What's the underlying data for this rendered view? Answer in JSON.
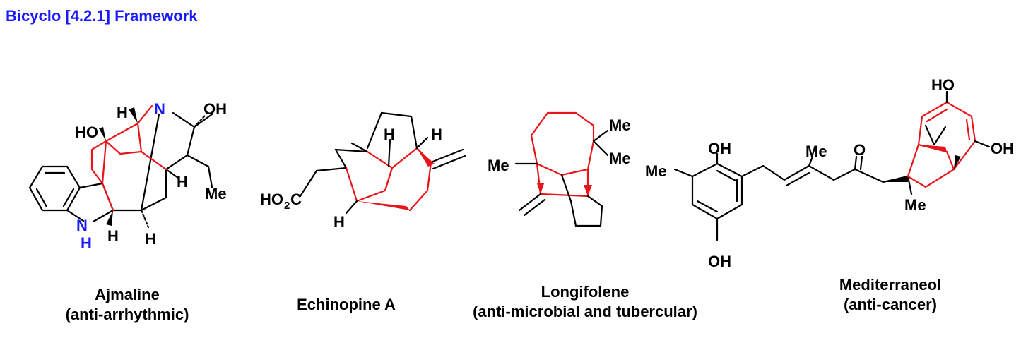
{
  "title": "Bicyclo [4.2.1] Framework",
  "colors": {
    "title": "#1a1aff",
    "framework": "#e8141a",
    "heteroatom": "#1a1aff",
    "bond": "#000000"
  },
  "compounds": [
    {
      "name": "Ajmaline",
      "activity": "(anti-arrhythmic)",
      "atoms": {
        "h1": "H",
        "n": "N",
        "oh": "OH",
        "ho": "HO",
        "h2": "H",
        "me": "Me",
        "nh_n": "N",
        "nh_h": "H",
        "h3": "H",
        "h4": "H"
      }
    },
    {
      "name": "Echinopine A",
      "activity": "",
      "atoms": {
        "h1": "H",
        "h2": "H",
        "ho2c": "HO",
        "ho2c_sub": "2",
        "ho2c_c": "C",
        "h3": "H"
      }
    },
    {
      "name": "Longifolene",
      "activity": "(anti-microbial and tubercular)",
      "atoms": {
        "me1": "Me",
        "me2": "Me",
        "me3": "Me"
      }
    },
    {
      "name": "Mediterraneol",
      "activity": "(anti-cancer)",
      "atoms": {
        "oh1": "OH",
        "me1": "Me",
        "me2": "Me",
        "o": "O",
        "ho": "HO",
        "oh2": "OH",
        "me3": "Me",
        "oh3": "OH"
      }
    }
  ]
}
